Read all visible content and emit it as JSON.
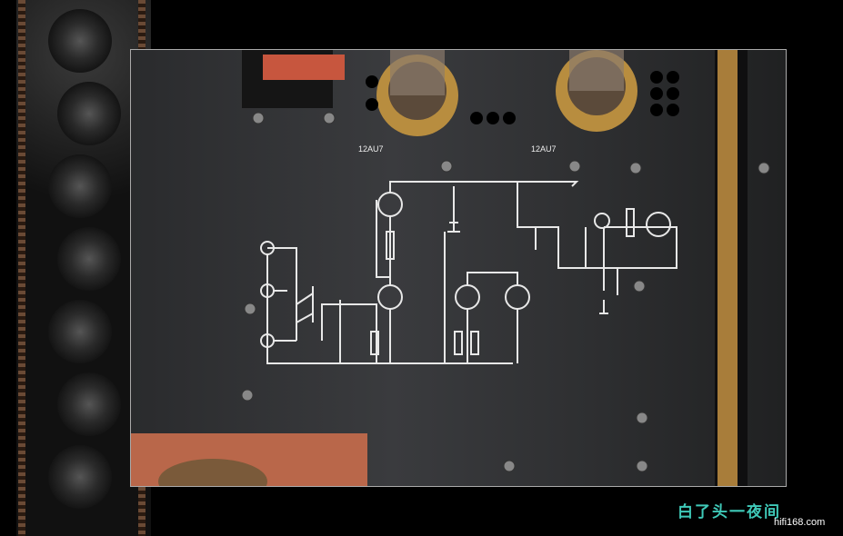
{
  "photo": {
    "tube_labels": [
      "12AU7",
      "12AU7"
    ]
  },
  "caption": {
    "title": "白了头一夜间",
    "site": "hifi168.com"
  },
  "colors": {
    "caption": "#3fc9b8",
    "brass": "#a87d3a"
  }
}
